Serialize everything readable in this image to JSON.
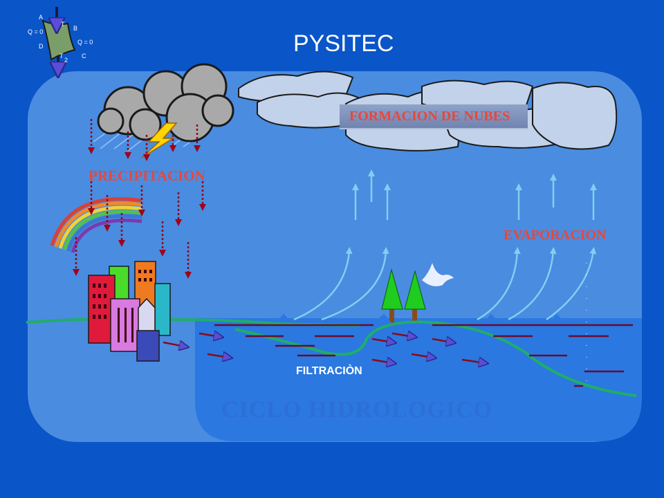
{
  "title": "PYSITEC",
  "logo": {
    "label_a": "A",
    "label_b": "B",
    "label_c": "C",
    "label_d": "D",
    "label_t1": "T",
    "label_t2": "T",
    "sub_2": "2",
    "label_q_left": "Q = 0",
    "label_q_right": "Q = 0"
  },
  "labels": {
    "clouds": "FORMACION DE NUBES",
    "precipitation": "PRECIPITACION",
    "evaporation": "EVAPORACION",
    "filtration": "FILTRACIÒN",
    "cycle": "CICLO HIDROLOGICO"
  },
  "colors": {
    "background": "#0a55c8",
    "panel": "#4a8ce0",
    "water": "#2b78e0",
    "label_red": "#e8473c",
    "rain_arrow": "#8a0a1a",
    "evap_arrow": "#7fd0f0",
    "ground_line": "#1fae6a"
  }
}
